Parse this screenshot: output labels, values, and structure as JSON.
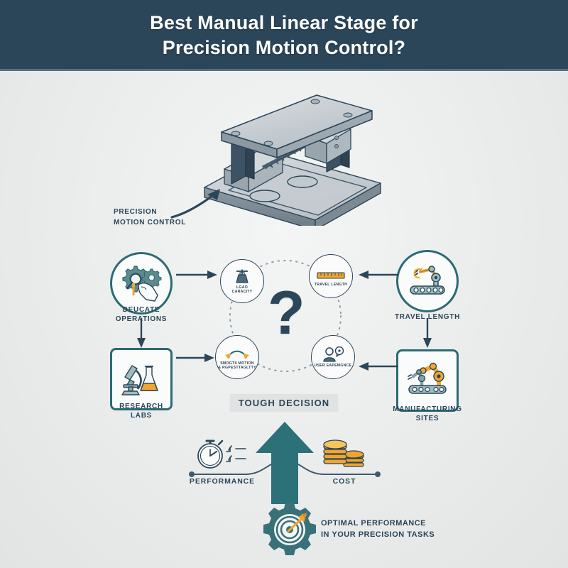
{
  "header": {
    "title_line1": "Best Manual Linear Stage for",
    "title_line2": "Precision Motion Control?",
    "background_color": "#2b4659",
    "text_color": "#ffffff"
  },
  "device": {
    "name": "manual-linear-stage-illustration",
    "callout_label": "PRECISION\nMOTION CONTROL"
  },
  "center": {
    "question_mark": "?",
    "banner_label": "TOUGH DECISION"
  },
  "inner_nodes": [
    {
      "id": "load-capacity",
      "label": "LGAO\nCARACITY",
      "icon": "load-weight-icon"
    },
    {
      "id": "travel-length",
      "label": "TRAVEL LENGTH",
      "icon": "ruler-icon"
    },
    {
      "id": "smooth-motion",
      "label": "SMOGTII MOTION\n& RGPESTTAGLTTY",
      "icon": "smooth-motion-arc-icon"
    },
    {
      "id": "user-experience",
      "label": "USER EAPEMGNCE",
      "icon": "user-speech-bubble-icon"
    }
  ],
  "outer_nodes": [
    {
      "id": "delicate-operations",
      "label": "DEUCATE\nOPERATIONS",
      "icon": "gears-magnifier-hand-icon"
    },
    {
      "id": "research-labs",
      "label": "RESEARCH\nLABS",
      "icon": "microscope-flask-icon"
    },
    {
      "id": "travel-length-right",
      "label": "TRAVEL LENGTH",
      "icon": "robot-arm-conveyor-icon"
    },
    {
      "id": "manufacturing-sites",
      "label": "MANUFACTURING\nSITES",
      "icon": "robotic-arms-conveyor-icon"
    }
  ],
  "bottom": {
    "performance_label": "PERFORMANCE",
    "cost_label": "COST",
    "performance_icon": "stopwatch-checklist-icon",
    "cost_icon": "coin-stack-icon",
    "arrow_icon": "up-arrow-icon",
    "gear_icon": "gear-target-dart-icon",
    "tagline": "OPTIMAL PERFORMANCE\nIN YOUR PRECISION TASKS"
  },
  "colors": {
    "navy": "#2b4659",
    "teal": "#2c6b73",
    "teal_light": "#74a0a3",
    "orange": "#f2a52e",
    "background": "#ecedee"
  }
}
